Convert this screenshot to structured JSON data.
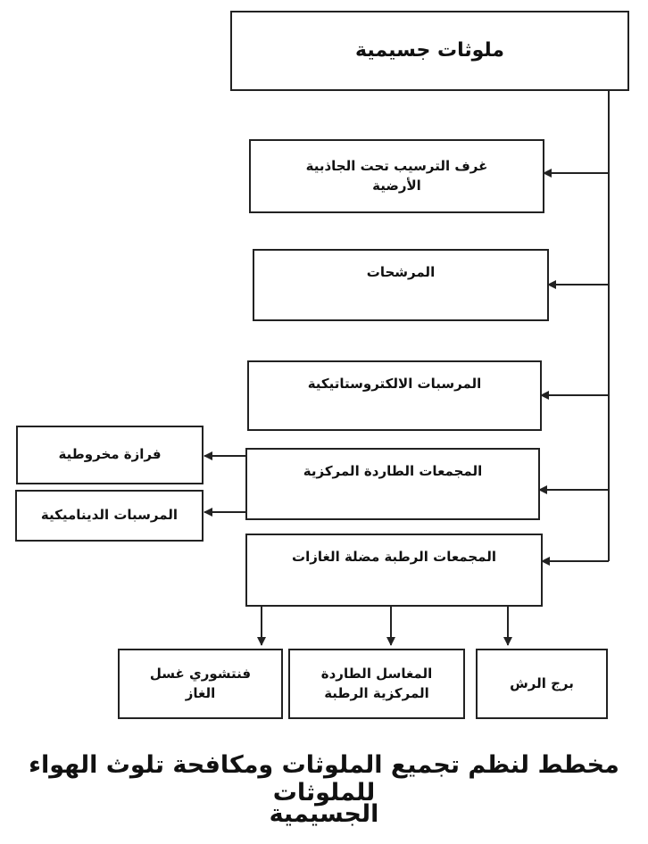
{
  "diagram": {
    "title": "ملوثات جسيمية",
    "methods": {
      "gravity_chambers": "غرف الترسيب تحت الجاذبية\nالأرضية",
      "filters": "المرشحات",
      "electrostatic": "المرسبات الالكتروستاتيكية",
      "centrifugal": "المجمعات الطاردة المركزية",
      "wet_scrubbers": "المجمعات الرطبة مضلة الغازات"
    },
    "centrifugal_types": {
      "cyclone": "فرازة مخروطية",
      "dynamic": "المرسبات الديناميكية"
    },
    "wet_types": {
      "spray_tower": "برج الرش",
      "wet_centrifugal": "المغاسل الطاردة\nالمركزية الرطبة",
      "venturi": "فنتشوري غسل\nالغاز"
    }
  },
  "caption": {
    "line1": "مخطط لنظم تجميع الملوثات ومكافحة تلوث الهواء للملوثات",
    "line2": "الجسيمية"
  }
}
